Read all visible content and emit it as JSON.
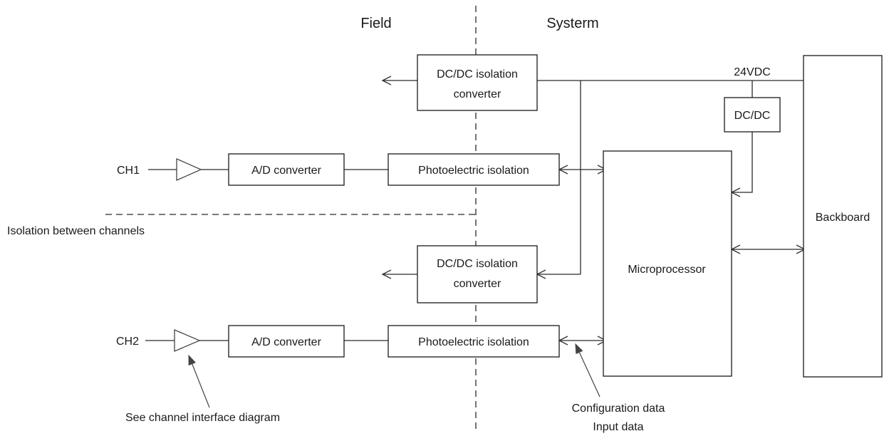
{
  "regions": {
    "field": "Field",
    "system": "Systerm"
  },
  "labels": {
    "voltage": "24VDC",
    "isolation_between_channels": "Isolation between channels",
    "see_channel_interface": "See channel interface diagram",
    "config_data": "Configuration data",
    "input_data": "Input data"
  },
  "channels": [
    {
      "name": "CH1",
      "adc": "A/D converter",
      "photo": "Photoelectric isolation",
      "dcdc": [
        "DC/DC isolation",
        "converter"
      ]
    },
    {
      "name": "CH2",
      "adc": "A/D converter",
      "photo": "Photoelectric isolation",
      "dcdc": [
        "DC/DC isolation",
        "converter"
      ]
    }
  ],
  "blocks": {
    "dcdc": "DC/DC",
    "microprocessor": "Microprocessor",
    "backboard": "Backboard"
  }
}
